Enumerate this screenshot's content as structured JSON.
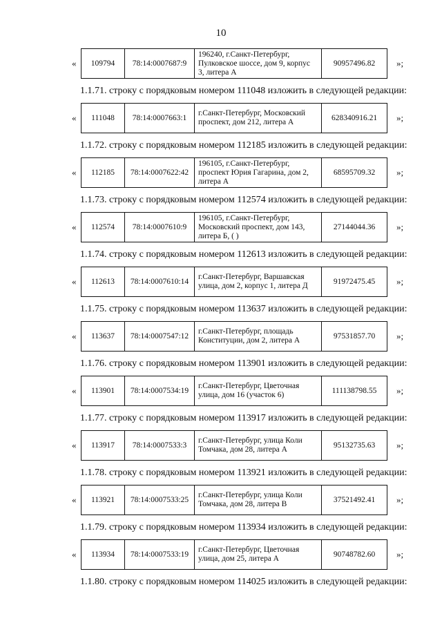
{
  "page_number": "10",
  "open_mark": "«",
  "close_mark": "»;",
  "blocks": [
    {
      "number": "109794",
      "cadastral": "78:14:0007687:9",
      "address": "196240, г.Санкт-Петербург, Пулковское шоссе, дом 9, корпус 3, литера А",
      "value": "90957496.82",
      "instruction": "1.1.71.  строку с порядковым номером 111048 изложить в следующей редакции:"
    },
    {
      "number": "111048",
      "cadastral": "78:14:0007663:1",
      "address": "г.Санкт-Петербург, Московский проспект, дом 212, литера А",
      "value": "628340916.21",
      "instruction": "1.1.72.  строку с порядковым номером 112185 изложить в следующей редакции:"
    },
    {
      "number": "112185",
      "cadastral": "78:14:0007622:42",
      "address": "196105, г.Санкт-Петербург, проспект Юрия Гагарина, дом 2, литера А",
      "value": "68595709.32",
      "instruction": "1.1.73.  строку с порядковым номером 112574 изложить в следующей редакции:"
    },
    {
      "number": "112574",
      "cadastral": "78:14:0007610:9",
      "address": "196105, г.Санкт-Петербург, Московский проспект, дом 143, литера Б, ( )",
      "value": "27144044.36",
      "instruction": "1.1.74.  строку с порядковым номером 112613 изложить в следующей редакции:"
    },
    {
      "number": "112613",
      "cadastral": "78:14:0007610:14",
      "address": "г.Санкт-Петербург, Варшавская улица, дом 2, корпус 1, литера Д",
      "value": "91972475.45",
      "instruction": "1.1.75.  строку с порядковым номером 113637 изложить в следующей редакции:"
    },
    {
      "number": "113637",
      "cadastral": "78:14:0007547:12",
      "address": "г.Санкт-Петербург, площадь Конституции, дом 2, литера А",
      "value": "97531857.70",
      "instruction": "1.1.76.  строку с порядковым номером 113901 изложить в следующей редакции:"
    },
    {
      "number": "113901",
      "cadastral": "78:14:0007534:19",
      "address": "г.Санкт-Петербург, Цветочная улица, дом 16 (участок 6)",
      "value": "111138798.55",
      "instruction": "1.1.77.  строку с порядковым номером 113917 изложить в следующей редакции:"
    },
    {
      "number": "113917",
      "cadastral": "78:14:0007533:3",
      "address": "г.Санкт-Петербург, улица Коли Томчака, дом 28, литера А",
      "value": "95132735.63",
      "instruction": "1.1.78.  строку с порядковым номером 113921 изложить в следующей редакции:"
    },
    {
      "number": "113921",
      "cadastral": "78:14:0007533:25",
      "address": "г.Санкт-Петербург, улица Коли Томчака, дом 28, литера В",
      "value": "37521492.41",
      "instruction": "1.1.79.  строку с порядковым номером 113934 изложить в следующей редакции:"
    },
    {
      "number": "113934",
      "cadastral": "78:14:0007533:19",
      "address": "г.Санкт-Петербург, Цветочная улица, дом 25, литера А",
      "value": "90748782.60",
      "instruction": "1.1.80.  строку с порядковым номером 114025 изложить в следующей редакции:"
    }
  ]
}
